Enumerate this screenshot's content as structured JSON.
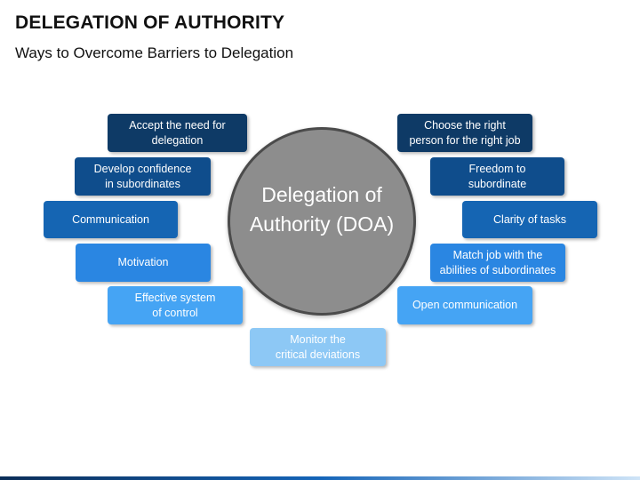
{
  "header": {
    "title": "DELEGATION OF AUTHORITY",
    "subtitle": "Ways to Overcome Barriers to Delegation"
  },
  "center": {
    "label": "Delegation of Authority (DOA)"
  },
  "left_items": [
    "Accept the need for\ndelegation",
    "Develop confidence\nin subordinates",
    "Communication",
    "Motivation",
    "Effective system\nof control"
  ],
  "right_items": [
    "Choose the right\nperson for the right job",
    "Freedom to\nsubordinate",
    "Clarity of tasks",
    "Match job with the\nabilities of subordinates",
    "Open communication"
  ],
  "bottom_item": "Monitor the\ncritical deviations",
  "colors": {
    "level1": "#0e3a66",
    "level2": "#0f4d8c",
    "level3": "#1565b3",
    "level4": "#2a86e2",
    "level5": "#45a4f4",
    "level6": "#8dc8f5",
    "circle": "#8d8d8d"
  }
}
